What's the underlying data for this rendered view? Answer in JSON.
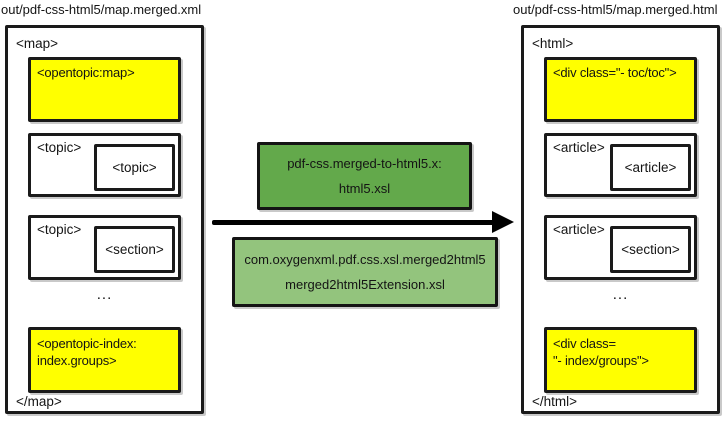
{
  "colors": {
    "highlight_yellow": "#ffff00",
    "stylesheet_green": "#63a94b",
    "extension_green": "#93c47d",
    "box_border": "#1a1a1a",
    "arrow": "#000000"
  },
  "left_panel": {
    "title": "out/pdf-css-html5/map.merged.xml",
    "open_tag": "<map>",
    "yellow_top": "<opentopic:map>",
    "box1": {
      "label": "<topic>",
      "inner": "<topic>"
    },
    "box2": {
      "label": "<topic>",
      "inner": "<section>"
    },
    "ellipsis": "...",
    "yellow_bottom": {
      "line1": "<opentopic-index:",
      "line2": "index.groups>"
    },
    "close_tag": "</map>"
  },
  "transform": {
    "stylesheet_box": {
      "line1": "pdf-css.merged-to-html5.x:",
      "line2": "html5.xsl"
    },
    "extension_box": {
      "line1": "com.oxygenxml.pdf.css.xsl.merged2html5",
      "line2": "merged2html5Extension.xsl"
    }
  },
  "right_panel": {
    "title": "out/pdf-css-html5/map.merged.html",
    "open_tag": "<html>",
    "yellow_top": "<div class=\"- toc/toc\">",
    "box1": {
      "label": "<article>",
      "inner": "<article>"
    },
    "box2": {
      "label": "<article>",
      "inner": "<section>"
    },
    "ellipsis": "...",
    "yellow_bottom": {
      "line1": "<div class=",
      "line2": "\"- index/groups\">"
    },
    "close_tag": "</html>"
  }
}
